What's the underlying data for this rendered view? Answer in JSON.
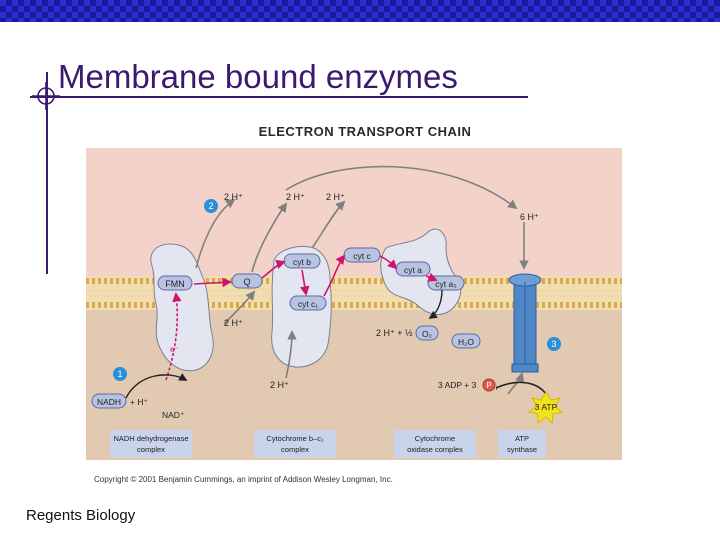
{
  "slide": {
    "title": "Membrane bound enzymes",
    "footer": "Regents Biology"
  },
  "diagram": {
    "title": "ELECTRON TRANSPORT CHAIN",
    "copyright": "Copyright © 2001 Benjamin Cummings, an imprint of Addison Wesley Longman, Inc.",
    "numbers": {
      "n1": "1",
      "n2": "2",
      "n3": "3"
    },
    "proton_labels": {
      "top1": "2 H⁺",
      "top2": "2 H⁺",
      "top3": "2 H⁺",
      "six": "6 H⁺",
      "mid1": "2 H⁺",
      "mid2": "2 H⁺ + ½",
      "bottom": "2 H⁺"
    },
    "molecules": {
      "fmn": "FMN",
      "q": "Q",
      "cyt_b": "cyt b",
      "cyt_c": "cyt c",
      "cyt_c1": "cyt c₁",
      "cyt_a": "cyt a",
      "cyt_a3": "cyt a₃",
      "o2": "O₂",
      "h2o": "H₂O",
      "nadh": "NADH",
      "nadh_plus": "+ H⁺",
      "nad": "NAD⁺",
      "electron": "e⁻",
      "adp": "3 ADP + 3",
      "p": "P",
      "pi_sub": "i",
      "atp": "3 ATP"
    },
    "complexes": {
      "c1_line1": "NADH dehydrogenase",
      "c1_line2": "complex",
      "c2_line1": "Cytochrome b–c₁",
      "c2_line2": "complex",
      "c3_line1": "Cytochrome",
      "c3_line2": "oxidase complex",
      "c4_line1": "ATP",
      "c4_line2": "synthase"
    },
    "colors": {
      "intermembrane": "#f3d3c9",
      "matrix": "#e2cab2",
      "protein": "#e3e6f0",
      "carrier": "#b7c3e0",
      "electron_path": "#d1146b",
      "number_badge": "#2c8fd8",
      "atp_synthase": "#4f87c6",
      "label_box": "#c9d3ea",
      "phosphate": "#e05a4a",
      "atp_star": "#f2e21e"
    }
  }
}
